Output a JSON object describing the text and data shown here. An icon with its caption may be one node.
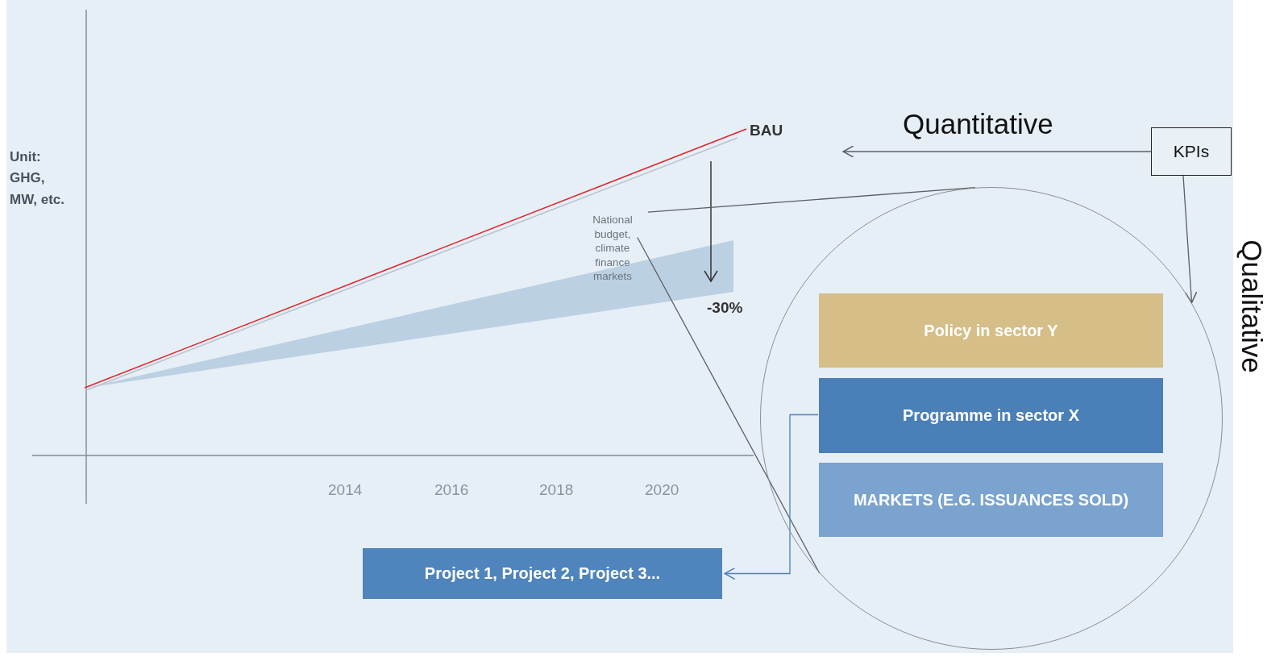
{
  "diagram": {
    "nodes": [
      {
        "text": [
          "National budget, climate finance markets"
        ]
      },
      {
        "text": [
          "KPIs"
        ]
      },
      {
        "text": [],
        "shape": "circle"
      },
      {
        "text": [
          "Policy in sector Y"
        ],
        "in": 2
      },
      {
        "text": [
          "Programme in sector X"
        ],
        "in": 2
      },
      {
        "text": [
          "MARKETS (E.G. ISSUANCES SOLD)"
        ],
        "in": 2
      },
      {
        "text": [
          "Project 1, Project 2, Project 3..."
        ]
      }
    ],
    "edges": [
      {
        "from": 1,
        "to": null,
        "arrow": "to"
      },
      {
        "from": 1,
        "to": 2,
        "arrow": "to"
      },
      {
        "from": 0,
        "to": 2,
        "arrow": "none"
      },
      {
        "from": 0,
        "to": 2,
        "arrow": "none"
      },
      {
        "from": 4,
        "to": 6,
        "arrow": "to",
        "color": "#4f81bd"
      }
    ],
    "labels": [
      "Unit: GHG, MW, etc.",
      "BAU",
      "-30%",
      "2014",
      "2016",
      "2018",
      "2020",
      "Quantitative",
      "Qualitative"
    ]
  }
}
